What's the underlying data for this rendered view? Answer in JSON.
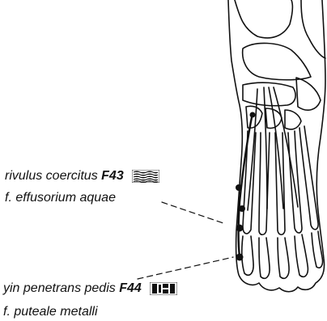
{
  "points": [
    {
      "name": "rivulus coercitus",
      "code": "F43",
      "subtitle": "f. effusorium aquae",
      "symbol": "water-trigram-icon"
    },
    {
      "name": "yin penetrans pedis",
      "code": "F44",
      "subtitle": "f. puteale metalli",
      "symbol": "metal-trigram-icon"
    }
  ],
  "colors": {
    "ink": "#111111",
    "background": "#ffffff"
  }
}
